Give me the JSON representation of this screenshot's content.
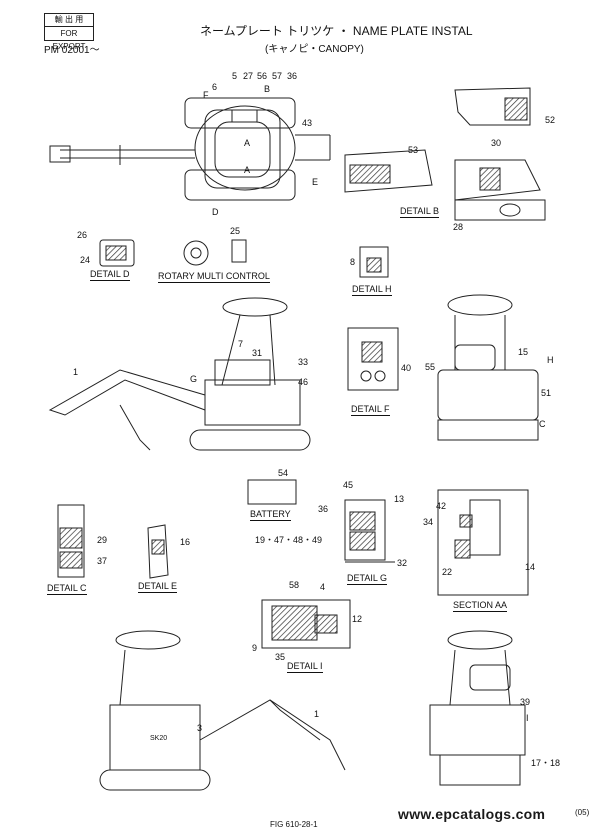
{
  "header": {
    "stamp_jp": "輸 出 用",
    "stamp_en": "FOR EXPORT",
    "model_range": "PM 02001～",
    "title": "ネームプレート トリツケ ・ NAME PLATE INSTAL",
    "subtitle": "(キャノピ・CANOPY)"
  },
  "details": {
    "detail_b": "DETAIL B",
    "detail_d": "DETAIL D",
    "rotary": "ROTARY MULTI CONTROL",
    "detail_h": "DETAIL H",
    "detail_f": "DETAIL F",
    "battery": "BATTERY",
    "detail_c": "DETAIL C",
    "detail_e": "DETAIL E",
    "detail_g": "DETAIL G",
    "section_aa": "SECTION AA",
    "detail_i": "DETAIL I"
  },
  "callouts": {
    "c5": "5",
    "c27": "27",
    "c56": "56",
    "c57": "57",
    "c36a": "36",
    "c6": "6",
    "cF": "F",
    "cB": "B",
    "cA1": "A",
    "cA2": "A",
    "cD": "D",
    "cE": "E",
    "c43": "43",
    "c52": "52",
    "c53": "53",
    "c30": "30",
    "c28": "28",
    "c26": "26",
    "c24": "24",
    "c25": "25",
    "c8": "8",
    "c7": "7",
    "c31": "31",
    "c33": "33",
    "c46": "46",
    "c1a": "1",
    "cG": "G",
    "c40": "40",
    "c55": "55",
    "c15": "15",
    "cH": "H",
    "c51": "51",
    "cC": "C",
    "c54": "54",
    "c45": "45",
    "c13": "13",
    "c36b": "36",
    "c1947": "19・47・48・49",
    "c32": "32",
    "c42": "42",
    "c34": "34",
    "c22": "22",
    "c14": "14",
    "c29": "29",
    "c37": "37",
    "c16": "16",
    "c58": "58",
    "c4": "4",
    "c12": "12",
    "c9": "9",
    "c35": "35",
    "c3": "3",
    "c1b": "1",
    "c39": "39",
    "cI": "I",
    "c1718": "17・18",
    "sk20": "SK20"
  },
  "footer": {
    "fig": "FIG 610-28-1",
    "watermark": "www.epcatalogs.com",
    "page_note": "(05)"
  }
}
